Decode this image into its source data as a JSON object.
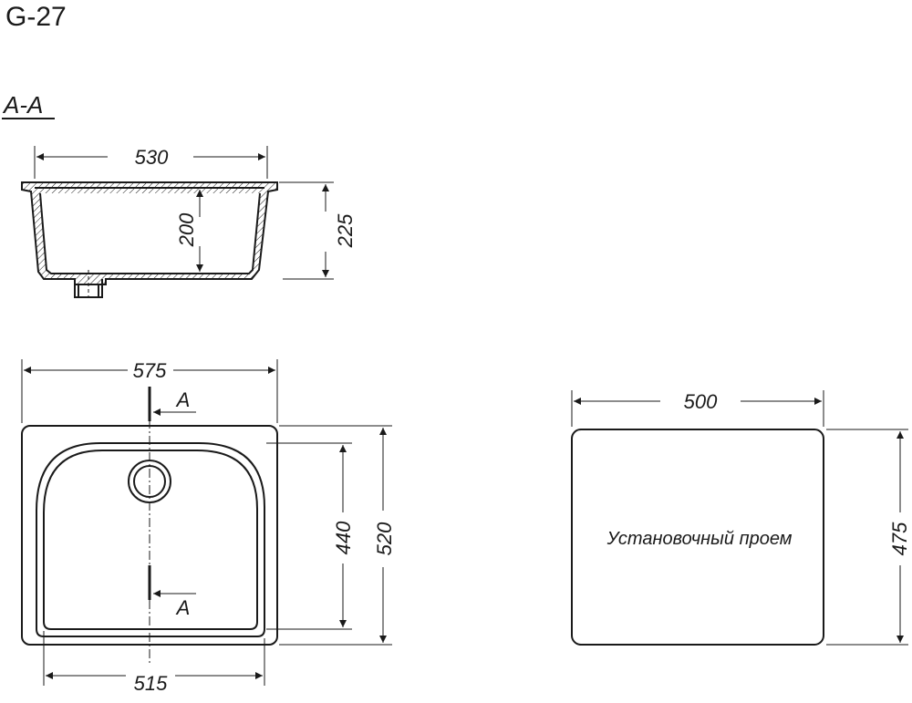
{
  "model": "G-27",
  "section_label": "A-A",
  "section_view": {
    "width": "530",
    "inner_depth": "200",
    "total_depth": "225"
  },
  "plan_view": {
    "overall_width": "575",
    "bowl_width": "515",
    "bowl_depth": "440",
    "overall_depth": "520",
    "cut_mark_top": "A",
    "cut_mark_bottom": "A"
  },
  "cutout_view": {
    "width": "500",
    "depth": "475",
    "label": "Установочный проем"
  },
  "colors": {
    "line": "#1a1a1a",
    "background": "#ffffff"
  }
}
